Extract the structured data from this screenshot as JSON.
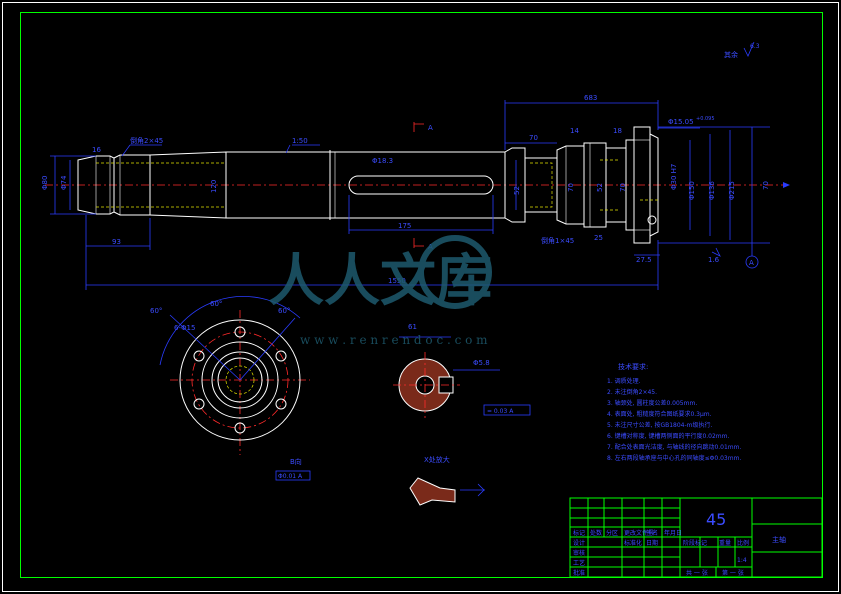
{
  "colors": {
    "background": "#000000",
    "frame": "#00ff00",
    "geometry": "#ffffff",
    "dimension": "#2a3cff",
    "centerline": "#ff2a2a",
    "hidden": "#e6e600",
    "watermark": "#1e5a6e"
  },
  "top_right": {
    "roughness_label": "其余",
    "roughness_value": "6.3"
  },
  "dimensions": {
    "overall_length": "1550",
    "right_section": "683",
    "d70": "70",
    "d120": "120",
    "d52": "52",
    "keyway": "175",
    "slot_w": "Φ18.3",
    "left_dia": "Φ80",
    "left_dia2": "Φ74",
    "left_len": "93",
    "chamfer_left": "倒角2×45",
    "chamfer_right": "倒角1×45",
    "d16": "16",
    "d14": "14",
    "slope": "1:50",
    "section_mark": "A",
    "tol1": "Φ15.05",
    "tol2": "+0.095",
    "d18": "18",
    "d275": "27.5",
    "d25": "25",
    "circle_label": "6-Φ15",
    "circle_label2": "Φ136",
    "angle_label": "60°",
    "dia_large": "Φ215",
    "dia_mid": "Φ150",
    "section_dim": "Φ1",
    "section_dim2": "61",
    "section_k": "Φ5.8",
    "section_title": "A-A",
    "flange_title": "B向",
    "detail_title": "X处放大",
    "flange_tol": "Φ0.01 A",
    "section_tol": "= 0.03 A"
  },
  "tech_notes": {
    "title": "技术要求:",
    "items": [
      "1. 调质处理.",
      "2. 未注倒角2×45.",
      "3. 轴颈处, 圆柱度公差0.005mm.",
      "4. 表面处, 粗糙度符合图纸要求0.3μm.",
      "5. 未注尺寸公差, 按GB1804-m级执行.",
      "6. 键槽对称度, 键槽两侧面的平行度0.02mm.",
      "7. 配合处表面光洁度, 与轴线的径向跳动0.01mm.",
      "8. 左右两段轴承座与中心孔的同轴度≤Φ0.03mm."
    ]
  },
  "title_block": {
    "material": "45",
    "part_name": "主轴",
    "rows": [
      "标记",
      "处数",
      "分区",
      "更改文件号",
      "签名",
      "年月日"
    ],
    "row_labels": [
      "设计",
      "审核",
      "工艺",
      "批准"
    ],
    "cell_stage": "阶段标记",
    "cell_weight": "重量",
    "cell_scale": "比例",
    "scale_value": "1:4",
    "sheet_total": "共 一 张",
    "sheet_num": "第 一 张",
    "std": "标准化",
    "date": "日期"
  },
  "watermark": {
    "cn": "人人文库",
    "url": "w w w . r e n r e n d o c . c o m"
  }
}
